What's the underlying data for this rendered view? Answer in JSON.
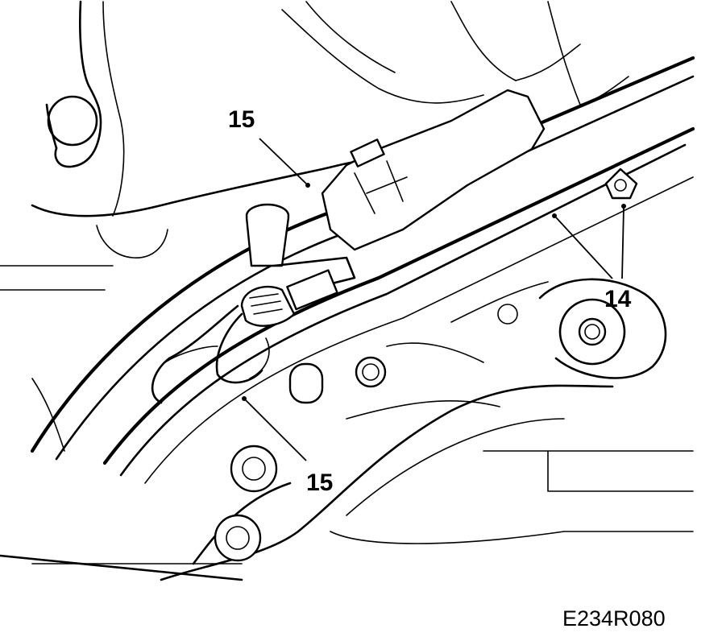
{
  "diagram": {
    "callouts": [
      {
        "id": "c1",
        "label": "15"
      },
      {
        "id": "c2",
        "label": "14"
      },
      {
        "id": "c3",
        "label": "15"
      }
    ],
    "figure_code": "E234R080"
  }
}
